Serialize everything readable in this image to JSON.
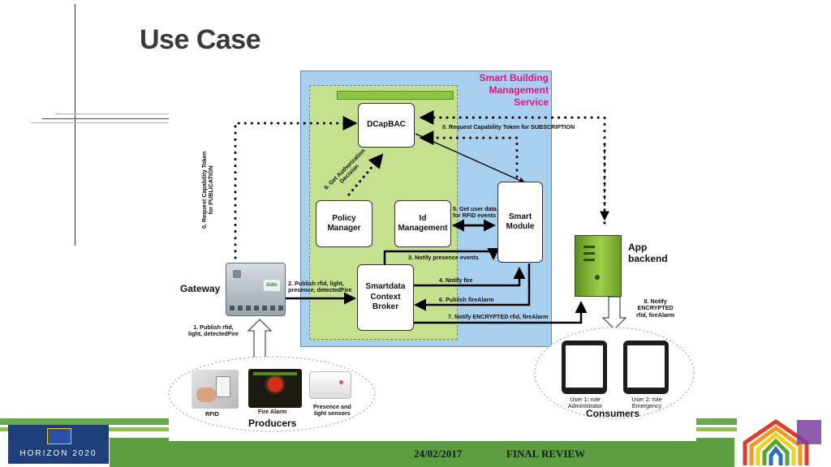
{
  "slide": {
    "title": "Use Case"
  },
  "diagram": {
    "service_label": "Smart Building\nManagement\nService",
    "boxes": {
      "dcapbac": "DCapBAC",
      "policy_manager": "Policy\nManager",
      "id_management": "Id\nManagement",
      "smart_module": "Smart\nModule",
      "context_broker": "Smartdata\nContext\nBroker"
    },
    "labels": {
      "gateway": "Gateway",
      "app_backend": "App\nbackend",
      "step0_subscription": "0. Request Capability Token for SUBSCRIPTION",
      "step0_publication": "0. Request Capability Token\nfor PUBLICATION",
      "step_auth": "6. Get Authorization\nDecision",
      "step5": "5. Get user data\nfor RFID events",
      "step3": "3. Notify presence events",
      "step2": "2. Publish rfid, light,\npresence, detectedFire",
      "step4": "4. Notify fire",
      "step6": "6. Publish fireAlarm",
      "step7": "7. Notify ENCRYPTED rfid, fireAlarm",
      "step1": "1. Publish rfid,\nlight, detectedFire",
      "step8": "8. Notify\nENCRYPTED\nrfid, fireAlarm"
    },
    "producers": {
      "title": "Producers",
      "rfid": "RFID",
      "fire_alarm": "Fire Alarm",
      "presence": "Presence and\nlight sensors"
    },
    "consumers": {
      "title": "Consumers",
      "user1": "User 1: role\nAdministrator",
      "user2": "User 2: role\nEmergency"
    },
    "colors": {
      "outer_box": "#a9cfee",
      "inner_box": "#c5e08f",
      "accent_bar": "#8cc63f",
      "service_text": "#e0157d"
    }
  },
  "footer": {
    "logo_text": "HORIZON 2020",
    "date": "24/02/2017",
    "label": "FINAL REVIEW",
    "bar_color": "#6aa84f"
  }
}
